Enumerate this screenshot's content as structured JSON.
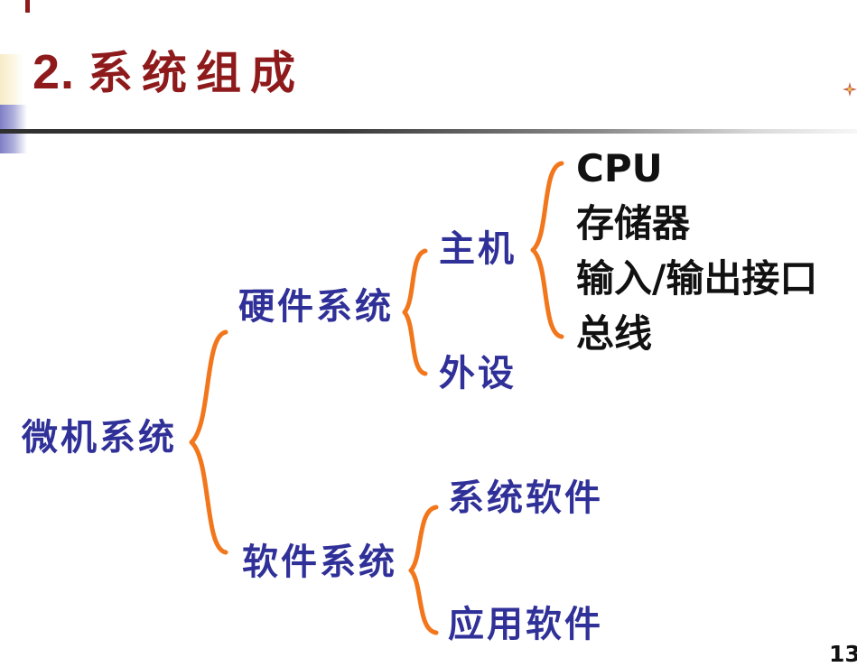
{
  "slide": {
    "title_number": "2.",
    "title_text": "系统组成",
    "page_number": "13"
  },
  "diagram": {
    "root": "微机系统",
    "hardware": "硬件系统",
    "software": "软件系统",
    "host": "主机",
    "peripherals": "外设",
    "host_components": [
      "CPU",
      "存储器",
      "输入/输出接口",
      "总线"
    ],
    "software_types": [
      "系统软件",
      "应用软件"
    ]
  },
  "icons": {
    "sparkle": "four-point-star"
  },
  "colors": {
    "title": "#8E1A1C",
    "node_blue": "#303099",
    "brace_orange": "#F2761B",
    "leaf_black": "#111111"
  }
}
